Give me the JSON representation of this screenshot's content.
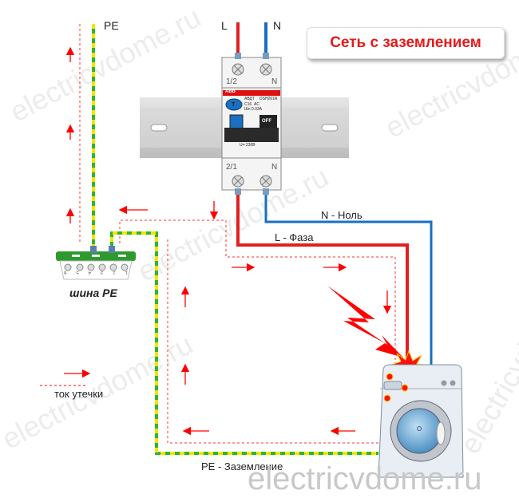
{
  "title": "Сеть с заземлением",
  "labels": {
    "pe_top": "PE",
    "l_top": "L",
    "n_top": "N",
    "n_wire": "N - Ноль",
    "l_wire": "L - Фаза",
    "pe_wire": "PE - Заземление",
    "bus": "шина PE",
    "legend": "ток утечки"
  },
  "breaker": {
    "top_left": "1/2",
    "top_right": "N",
    "bottom_left": "2/1",
    "bottom_right": "N",
    "brand": "ABB",
    "model": "АВДТ",
    "code": "DSH201R",
    "rating": "C16",
    "type": "AC",
    "leak": "IΔn 0.03A",
    "voltage": "U= 230В",
    "switch": "OFF",
    "test": "T"
  },
  "bus_terminals": [
    "6",
    "5",
    "4",
    "3",
    "2",
    "1"
  ],
  "watermark": "electricvdome.ru",
  "colors": {
    "phase": "#e02020",
    "neutral": "#1a6fc0",
    "earth_green": "#2fb52f",
    "earth_yellow": "#f2e600",
    "leak": "#ff0000"
  }
}
